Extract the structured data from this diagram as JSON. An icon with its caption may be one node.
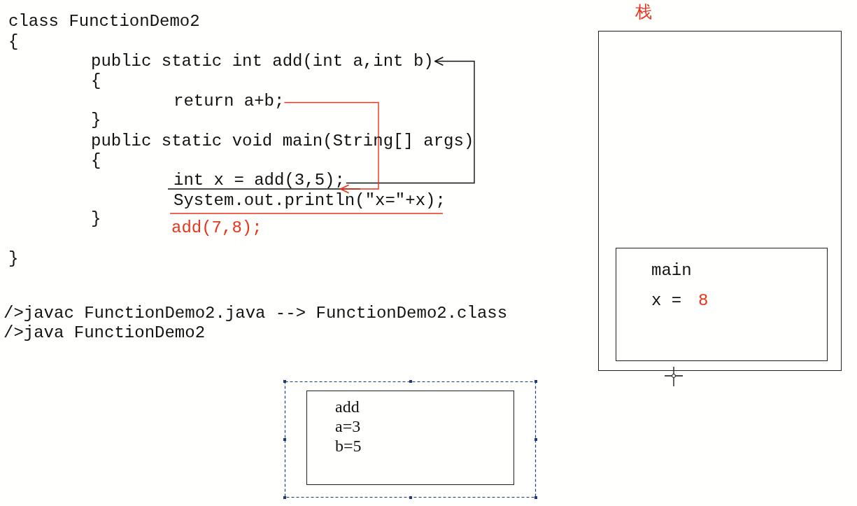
{
  "diagram": {
    "nodes": [
      {
        "text": [
          "public static int add(int a,int b)"
        ]
      },
      {
        "text": [
          "return a+b;"
        ]
      },
      {
        "text": [
          "int x = add(3,5);"
        ]
      },
      {
        "text": [
          "栈"
        ]
      },
      {
        "text": [
          "main",
          "x =",
          "8"
        ],
        "in": 3
      },
      {
        "text": [
          "add",
          "a=3",
          "b=5"
        ]
      }
    ],
    "edges": [
      {
        "from": 2,
        "to": 0,
        "arrow": "to"
      },
      {
        "from": 1,
        "to": 2,
        "arrow": "to",
        "color": "#e8341c"
      }
    ],
    "labels": [
      "class FunctionDemo2",
      "{",
      "{",
      "}",
      "public static void main(String[] args)",
      "{",
      "System.out.println(\"x=\"+x);",
      "}",
      "add(7,8);",
      "}",
      "/>javac FunctionDemo2.java --> FunctionDemo2.class",
      "/>java FunctionDemo2"
    ]
  }
}
